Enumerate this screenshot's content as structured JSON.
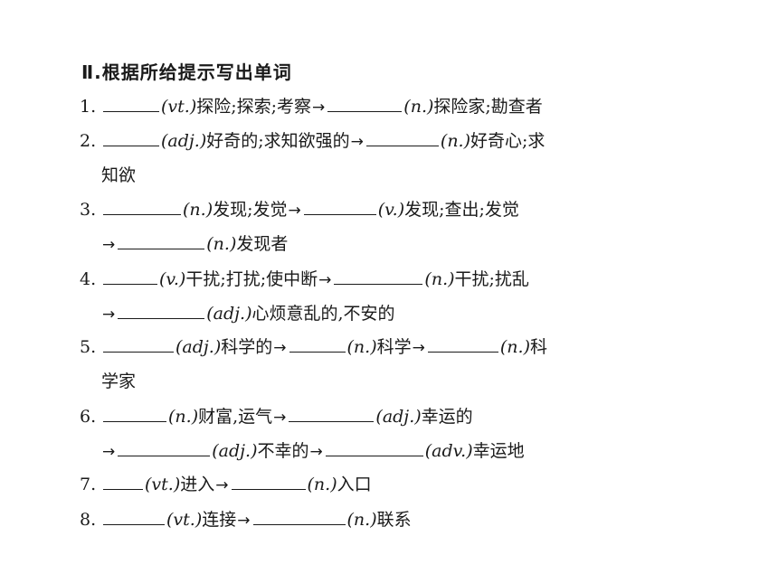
{
  "heading": "Ⅱ.根据所给提示写出单词",
  "items": [
    {
      "number": "1.",
      "lines": [
        [
          {
            "type": "blank"
          },
          {
            "type": "pos",
            "text": "(vt.)"
          },
          {
            "type": "text",
            "text": "探险;探索;考察"
          },
          {
            "type": "arrow",
            "text": "→"
          },
          {
            "type": "blank"
          },
          {
            "type": "pos",
            "text": "(n.)"
          },
          {
            "type": "text",
            "text": "探险家;勘查者"
          }
        ]
      ]
    },
    {
      "number": "2.",
      "lines": [
        [
          {
            "type": "blank"
          },
          {
            "type": "pos",
            "text": "(adj.)"
          },
          {
            "type": "text",
            "text": "好奇的;求知欲强的"
          },
          {
            "type": "arrow",
            "text": "→"
          },
          {
            "type": "blank"
          },
          {
            "type": "pos",
            "text": "(n.)"
          },
          {
            "type": "text",
            "text": "好奇心;求"
          }
        ],
        [
          {
            "type": "text",
            "text": "知欲"
          }
        ]
      ]
    },
    {
      "number": "3.",
      "lines": [
        [
          {
            "type": "blank"
          },
          {
            "type": "pos",
            "text": "(n.)"
          },
          {
            "type": "text",
            "text": "发现;发觉"
          },
          {
            "type": "arrow",
            "text": "→"
          },
          {
            "type": "blank"
          },
          {
            "type": "pos",
            "text": "(v.)"
          },
          {
            "type": "text",
            "text": "发现;查出;发觉"
          }
        ],
        [
          {
            "type": "arrow",
            "text": "→"
          },
          {
            "type": "blank"
          },
          {
            "type": "pos",
            "text": "(n.)"
          },
          {
            "type": "text",
            "text": "发现者"
          }
        ]
      ]
    },
    {
      "number": "4.",
      "lines": [
        [
          {
            "type": "blank"
          },
          {
            "type": "pos",
            "text": "(v.)"
          },
          {
            "type": "text",
            "text": "干扰;打扰;使中断"
          },
          {
            "type": "arrow",
            "text": "→"
          },
          {
            "type": "blank"
          },
          {
            "type": "pos",
            "text": "(n.)"
          },
          {
            "type": "text",
            "text": "干扰;扰乱"
          }
        ],
        [
          {
            "type": "arrow",
            "text": "→"
          },
          {
            "type": "blank"
          },
          {
            "type": "pos",
            "text": "(adj.)"
          },
          {
            "type": "text",
            "text": "心烦意乱的,不安的"
          }
        ]
      ]
    },
    {
      "number": "5.",
      "lines": [
        [
          {
            "type": "blank"
          },
          {
            "type": "pos",
            "text": "(adj.)"
          },
          {
            "type": "text",
            "text": "科学的"
          },
          {
            "type": "arrow",
            "text": "→"
          },
          {
            "type": "blank"
          },
          {
            "type": "pos",
            "text": "(n.)"
          },
          {
            "type": "text",
            "text": "科学"
          },
          {
            "type": "arrow",
            "text": "→"
          },
          {
            "type": "blank"
          },
          {
            "type": "pos",
            "text": "(n.)"
          },
          {
            "type": "text",
            "text": "科"
          }
        ],
        [
          {
            "type": "text",
            "text": "学家"
          }
        ]
      ]
    },
    {
      "number": "6.",
      "lines": [
        [
          {
            "type": "blank"
          },
          {
            "type": "pos",
            "text": "(n.)"
          },
          {
            "type": "text",
            "text": "财富,运气"
          },
          {
            "type": "arrow",
            "text": "→"
          },
          {
            "type": "blank"
          },
          {
            "type": "pos",
            "text": "(adj.)"
          },
          {
            "type": "text",
            "text": "幸运的"
          }
        ],
        [
          {
            "type": "arrow",
            "text": "→"
          },
          {
            "type": "blank"
          },
          {
            "type": "pos",
            "text": "(adj.)"
          },
          {
            "type": "text",
            "text": "不幸的"
          },
          {
            "type": "arrow",
            "text": "→"
          },
          {
            "type": "blank"
          },
          {
            "type": "pos",
            "text": "(adv.)"
          },
          {
            "type": "text",
            "text": "幸运地"
          }
        ]
      ]
    },
    {
      "number": "7.",
      "lines": [
        [
          {
            "type": "blank"
          },
          {
            "type": "pos",
            "text": "(vt.)"
          },
          {
            "type": "text",
            "text": "进入"
          },
          {
            "type": "arrow",
            "text": "→"
          },
          {
            "type": "blank"
          },
          {
            "type": "pos",
            "text": "(n.)"
          },
          {
            "type": "text",
            "text": "入口"
          }
        ]
      ]
    },
    {
      "number": "8.",
      "lines": [
        [
          {
            "type": "blank"
          },
          {
            "type": "pos",
            "text": "(vt.)"
          },
          {
            "type": "text",
            "text": "连接"
          },
          {
            "type": "arrow",
            "text": "→"
          },
          {
            "type": "blank"
          },
          {
            "type": "pos",
            "text": "(n.)"
          },
          {
            "type": "text",
            "text": "联系"
          }
        ]
      ]
    }
  ]
}
